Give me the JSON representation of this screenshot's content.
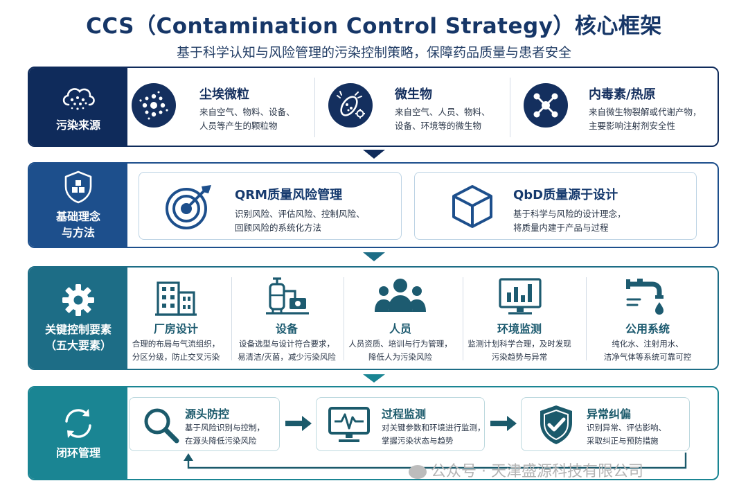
{
  "header": {
    "title": "CCS（Contamination Control Strategy）核心框架",
    "subtitle": "基于科学认知与风险管理的污染控制策略，保障药品质量与患者安全"
  },
  "sections": {
    "sources": {
      "label": "污染来源",
      "items": [
        {
          "title": "尘埃微粒",
          "line1": "来自空气、物料、设备、",
          "line2": "人员等产生的颗粒物"
        },
        {
          "title": "微生物",
          "line1": "来自空气、人员、物料、",
          "line2": "设备、环境等的微生物"
        },
        {
          "title": "内毒素/热原",
          "line1": "来自微生物裂解或代谢产物，",
          "line2": "主要影响注射剂安全性"
        }
      ]
    },
    "methods": {
      "label1": "基础理念",
      "label2": "与方法",
      "items": [
        {
          "title": "QRM质量风险管理",
          "line1": "识别风险、评估风险、控制风险、",
          "line2": "回顾风险的系统化方法"
        },
        {
          "title": "QbD质量源于设计",
          "line1": "基于科学与风险的设计理念，",
          "line2": "将质量内建于产品与过程"
        }
      ]
    },
    "elements": {
      "label1": "关键控制要素",
      "label2": "（五大要素）",
      "items": [
        {
          "title": "厂房设计",
          "line1": "合理的布局与气流组织，",
          "line2": "分区分级，防止交叉污染"
        },
        {
          "title": "设备",
          "line1": "设备选型与设计符合要求，",
          "line2": "易清洁/灭菌，减少污染风险"
        },
        {
          "title": "人员",
          "line1": "人员资质、培训与行为管理，",
          "line2": "降低人为污染风险"
        },
        {
          "title": "环境监测",
          "line1": "监测计划科学合理，及时发现",
          "line2": "污染趋势与异常"
        },
        {
          "title": "公用系统",
          "line1": "纯化水、注射用水、",
          "line2": "洁净气体等系统可靠可控"
        }
      ]
    },
    "loop": {
      "label": "闭环管理",
      "items": [
        {
          "title": "源头防控",
          "line1": "基于风险识别与控制，",
          "line2": "在源头降低污染风险"
        },
        {
          "title": "过程监测",
          "line1": "对关键参数和环境进行监测，",
          "line2": "掌握污染状态与趋势"
        },
        {
          "title": "异常纠偏",
          "line1": "识别异常、评估影响、",
          "line2": "采取纠正与预防措施"
        }
      ]
    }
  },
  "watermark": "公众号 · 天津盛源科技有限公司",
  "colors": {
    "navy": "#0f2b5b",
    "blue": "#1d4f8c",
    "teal_dark": "#1d6d86",
    "teal": "#1a8593",
    "accent": "#142f5e"
  }
}
